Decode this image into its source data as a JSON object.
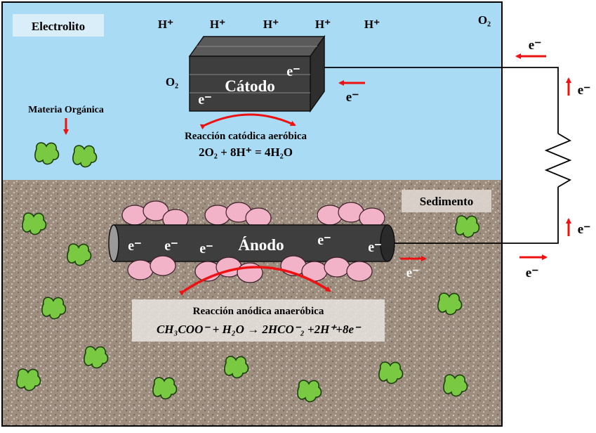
{
  "labels": {
    "electrolyte": "Electrolito",
    "sediment": "Sedimento",
    "organic_matter": "Materia Orgánica",
    "cathode": "Cátodo",
    "anode": "Ánodo",
    "cathode_reaction_title": "Reacción catódica aeróbica",
    "cathode_equation": "2O₂ + 8H⁺ = 4H₂O",
    "anode_reaction_title": "Reacción anódica anaeróbica",
    "anode_equation": "CH₃COO⁻ + H₂O → 2HCO⁻₂ +2H⁺+8e⁻",
    "proton": "H⁺",
    "oxygen": "O₂",
    "electron": "e⁻"
  },
  "colors": {
    "water": "#a9dcf4",
    "sediment": "#9e8e80",
    "electrode": "#3e3e3e",
    "bacteria": "#f2b3c8",
    "organic": "#7ac943",
    "arrow": "#ee1111"
  }
}
